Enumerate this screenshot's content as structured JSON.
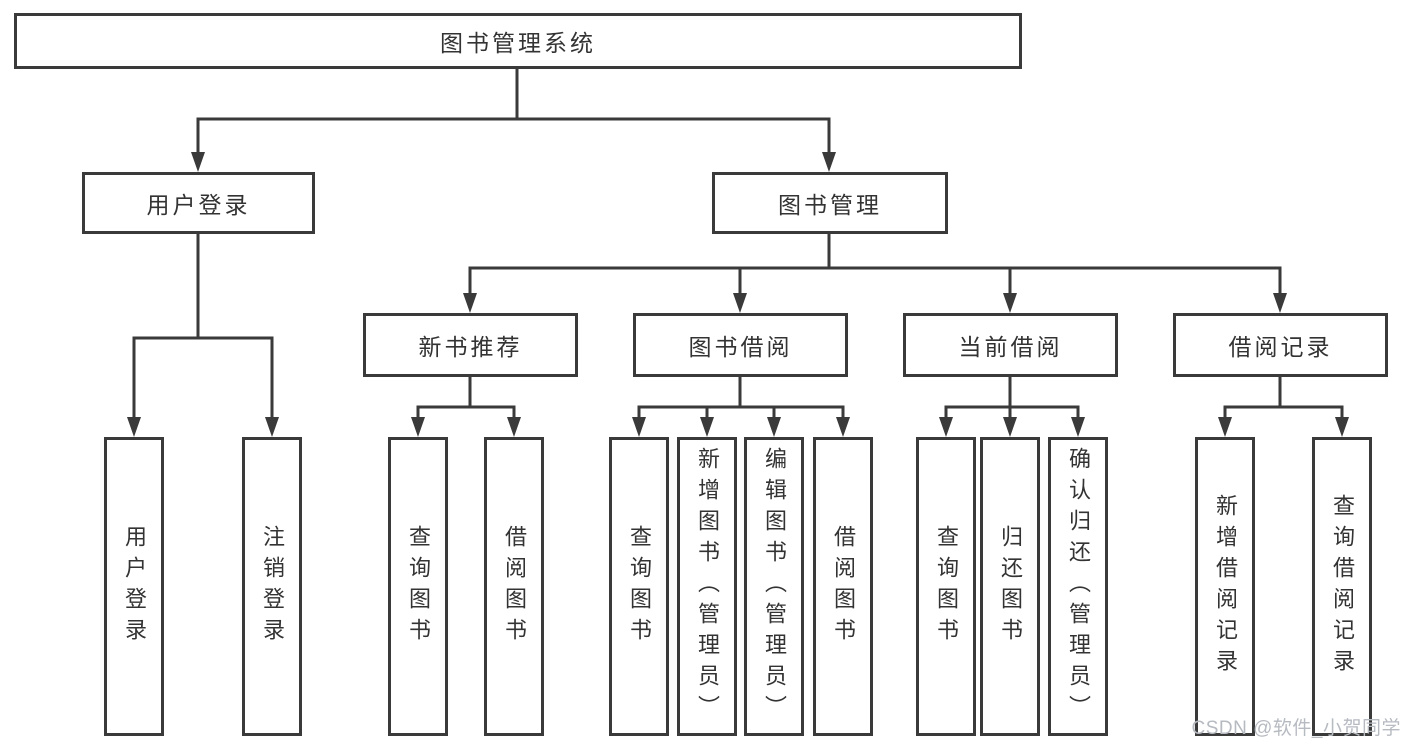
{
  "tree": {
    "label": "图书管理系统",
    "children": [
      {
        "label": "用户登录",
        "children": [
          {
            "label": "用户登录"
          },
          {
            "label": "注销登录"
          }
        ]
      },
      {
        "label": "图书管理",
        "children": [
          {
            "label": "新书推荐",
            "children": [
              {
                "label": "查询图书"
              },
              {
                "label": "借阅图书"
              }
            ]
          },
          {
            "label": "图书借阅",
            "children": [
              {
                "label": "查询图书"
              },
              {
                "label": "新增图书（管理员）"
              },
              {
                "label": "编辑图书（管理员）"
              },
              {
                "label": "借阅图书"
              }
            ]
          },
          {
            "label": "当前借阅",
            "children": [
              {
                "label": "查询图书"
              },
              {
                "label": "归还图书"
              },
              {
                "label": "确认归还（管理员）"
              }
            ]
          },
          {
            "label": "借阅记录",
            "children": [
              {
                "label": "新增借阅记录"
              },
              {
                "label": "查询借阅记录"
              }
            ]
          }
        ]
      }
    ]
  },
  "watermark": {
    "text": "CSDN @软件_小贺同学"
  },
  "colors": {
    "line": "#3a3a3a",
    "text": "#333333",
    "background": "#ffffff",
    "watermark_text": "#b6bac1"
  }
}
